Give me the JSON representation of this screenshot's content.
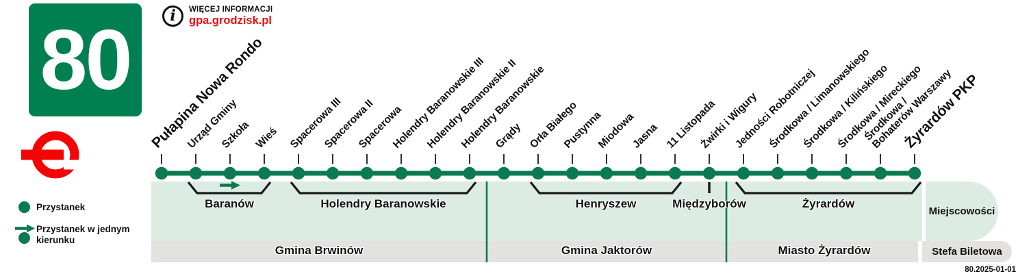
{
  "route": {
    "number": "80"
  },
  "info": {
    "line1": "WIĘCEJ INFORMACJI",
    "line2": "gpa.grodzisk.pl"
  },
  "legend": {
    "items": [
      {
        "icon": "stop-dot-icon",
        "label": "Przystanek"
      },
      {
        "icon": "one-direction-arrow-icon",
        "label": "Przystanek w jednym kierunku",
        "lines": [
          "Przystanek w jednym",
          "kierunku"
        ]
      }
    ]
  },
  "stops": [
    {
      "name": "Pułapina Nowa Rondo",
      "terminus": true
    },
    {
      "name": "Urząd Gminy"
    },
    {
      "name": "Szkoła",
      "one_direction": true
    },
    {
      "name": "Wieś"
    },
    {
      "name": "Spacerowa III"
    },
    {
      "name": "Spacerowa II"
    },
    {
      "name": "Spacerowa"
    },
    {
      "name": "Holendry Baranowskie III"
    },
    {
      "name": "Holendry Baranowskie II"
    },
    {
      "name": "Holendry Baranowskie"
    },
    {
      "name": "Grądy"
    },
    {
      "name": "Orła Białego"
    },
    {
      "name": "Pustynna"
    },
    {
      "name": "Miodowa"
    },
    {
      "name": "Jasna"
    },
    {
      "name": "11 Listopada"
    },
    {
      "name": "Żwirki i Wigury"
    },
    {
      "name": "Jedności Robotniczej"
    },
    {
      "name": "Środkowa / Limanowskiego"
    },
    {
      "name": "Środkowa / Kilińskiego"
    },
    {
      "name": "Środkowa / Mireckiego"
    },
    {
      "name": "Środkowa / Bohaterów Warszawy",
      "lines": [
        "Środkowa /",
        "Bohaterów Warszawy"
      ]
    },
    {
      "name": "Żyrardów PKP",
      "terminus": true
    }
  ],
  "localities": {
    "label": "Miejscowości",
    "groups": [
      {
        "name": "Baranów",
        "from": 1,
        "to": 3
      },
      {
        "name": "Holendry Baranowskie",
        "from": 4,
        "to": 9
      },
      {
        "name": "Henryszew",
        "from": 11,
        "to": 15
      },
      {
        "name": "Międzyborów",
        "from": 16,
        "to": 16,
        "single": true
      },
      {
        "name": "Żyrardów",
        "from": 17,
        "to": 22
      }
    ]
  },
  "zones": {
    "label": "Stefa Biletowa",
    "groups": [
      {
        "name": "Gmina Brwinów",
        "from": 0,
        "to": 9
      },
      {
        "name": "Gmina Jaktorów",
        "from": 10,
        "to": 16
      },
      {
        "name": "Miasto Żyrardów",
        "from": 17,
        "to": 22
      }
    ]
  },
  "footer": {
    "date_code": "80.2025-01-01"
  },
  "colors": {
    "badge_green": "#008050",
    "route_green": "#0A7A50",
    "band_green": "#DCECE3",
    "band_gray": "#E4E2DF",
    "accent_red": "#F20D0D",
    "text_black": "#111111"
  }
}
